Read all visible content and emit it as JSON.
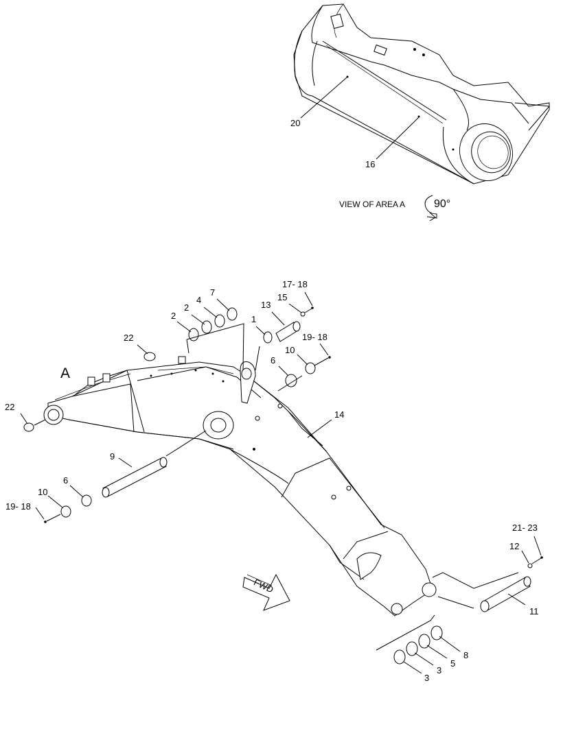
{
  "inset": {
    "caption": "VIEW OF AREA A",
    "rotation": "90°",
    "labels": {
      "p20": "20",
      "p16": "16"
    }
  },
  "main": {
    "area_label": "A",
    "fwd_label": "FWD",
    "labels": {
      "p22a": "22",
      "p22b": "22",
      "p2a": "2",
      "p2b": "2",
      "p4": "4",
      "p7": "7",
      "p1": "1",
      "p13": "13",
      "p15": "15",
      "p17_18": "17- 18",
      "p19_18a": "19- 18",
      "p10a": "10",
      "p6a": "6",
      "p14": "14",
      "p9": "9",
      "p6b": "6",
      "p10b": "10",
      "p19_18b": "19- 18",
      "p21_23": "21- 23",
      "p12": "12",
      "p11": "11",
      "p8": "8",
      "p5": "5",
      "p3a": "3",
      "p3b": "3"
    }
  }
}
